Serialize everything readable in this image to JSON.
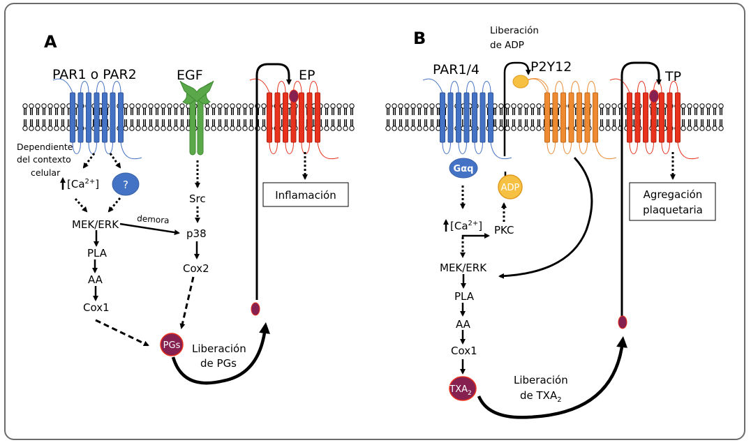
{
  "panels": {
    "A": {
      "letter": "A",
      "receptors": {
        "par": "PAR1 o PAR2",
        "egf": "EGF",
        "ep": "EP"
      },
      "context_note": [
        "Dependiente",
        "del contexto",
        "celular"
      ],
      "calcium": "[Ca",
      "calcium_sup": "2+",
      "calcium_close": "]",
      "unknown": "?",
      "nodes": {
        "mek_erk": "MEK/ERK",
        "pla": "PLA",
        "aa": "AA",
        "cox1": "Cox1",
        "src": "Src",
        "p38": "p38",
        "cox2": "Cox2",
        "pgs": "PGs"
      },
      "delay_label": "demora",
      "outcome_box": "Inflamación",
      "release_label": [
        "Liberación",
        "de PGs"
      ]
    },
    "B": {
      "letter": "B",
      "adp_release_label": [
        "Liberación",
        "de ADP"
      ],
      "receptors": {
        "par": "PAR1/4",
        "p2y12": "P2Y12",
        "tp": "TP"
      },
      "galphaq": "Gαq",
      "adp": "ADP",
      "calcium": "[Ca",
      "calcium_sup": "2+",
      "calcium_close": "]",
      "nodes": {
        "pkc": "PKC",
        "mek_erk": "MEK/ERK",
        "pla": "PLA",
        "aa": "AA",
        "cox1": "Cox1",
        "txa2": "TXA",
        "txa2_sub": "2"
      },
      "outcome_box": [
        "Agregación",
        "plaquetaria"
      ],
      "release_label": [
        "Liberación",
        "de TXA"
      ],
      "release_label_sub": "2"
    }
  },
  "colors": {
    "par_blue": "#4472c4",
    "egf_green": "#5aa84a",
    "ep_red": "#e8321e",
    "p2y12_orange": "#ed8a32",
    "ligand_purple": "#862050",
    "adp_yellow": "#f6c142",
    "frame": "#6b6b6b"
  }
}
